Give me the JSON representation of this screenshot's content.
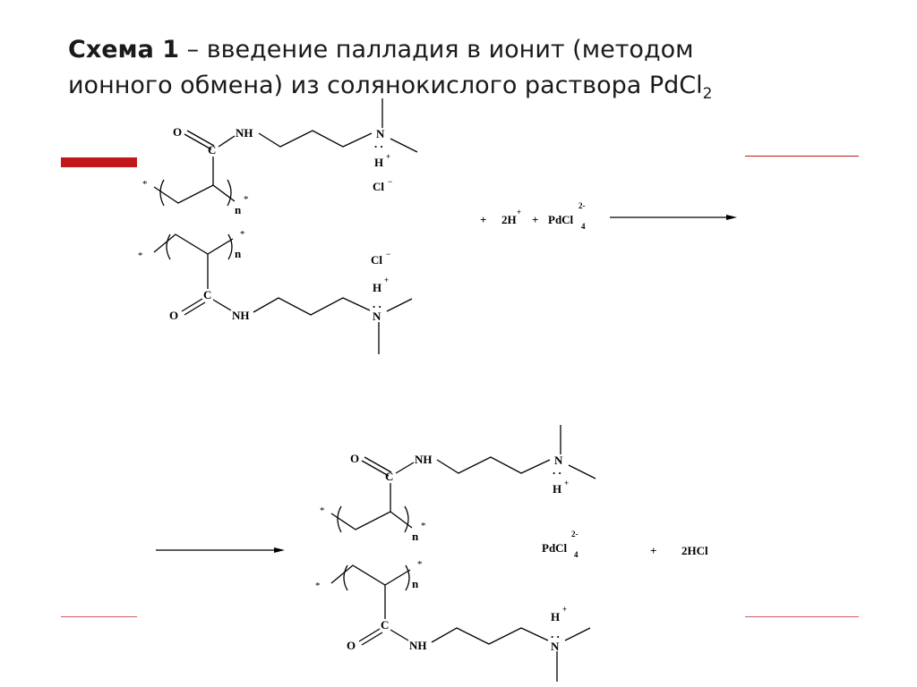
{
  "title": {
    "bold": "Схема 1",
    "text": " – введение палладия в ионит (методом ионного обмена) из солянокислого раствора PdCl",
    "subscript": "2"
  },
  "scheme": {
    "o": "O",
    "c": "C",
    "nh": "NH",
    "n": "N",
    "h": "H",
    "plus_sup": "+",
    "cl": "Cl",
    "minus_sup": "−",
    "star": "*",
    "nsub": "n",
    "dots": ". .",
    "reactants": {
      "plus1": "+",
      "h2": "2H",
      "h2_sup": "+",
      "plus2": "+",
      "pdcl": "PdCl",
      "pdcl_sub": "4",
      "pdcl_sup": "2-"
    },
    "products": {
      "pdcl": "PdCl",
      "pdcl_sub": "4",
      "pdcl_sup": "2-",
      "plus": "+",
      "hcl": "2HCl"
    }
  },
  "colors": {
    "accent_red": "#c0181b",
    "text": "#1a1a1a"
  }
}
